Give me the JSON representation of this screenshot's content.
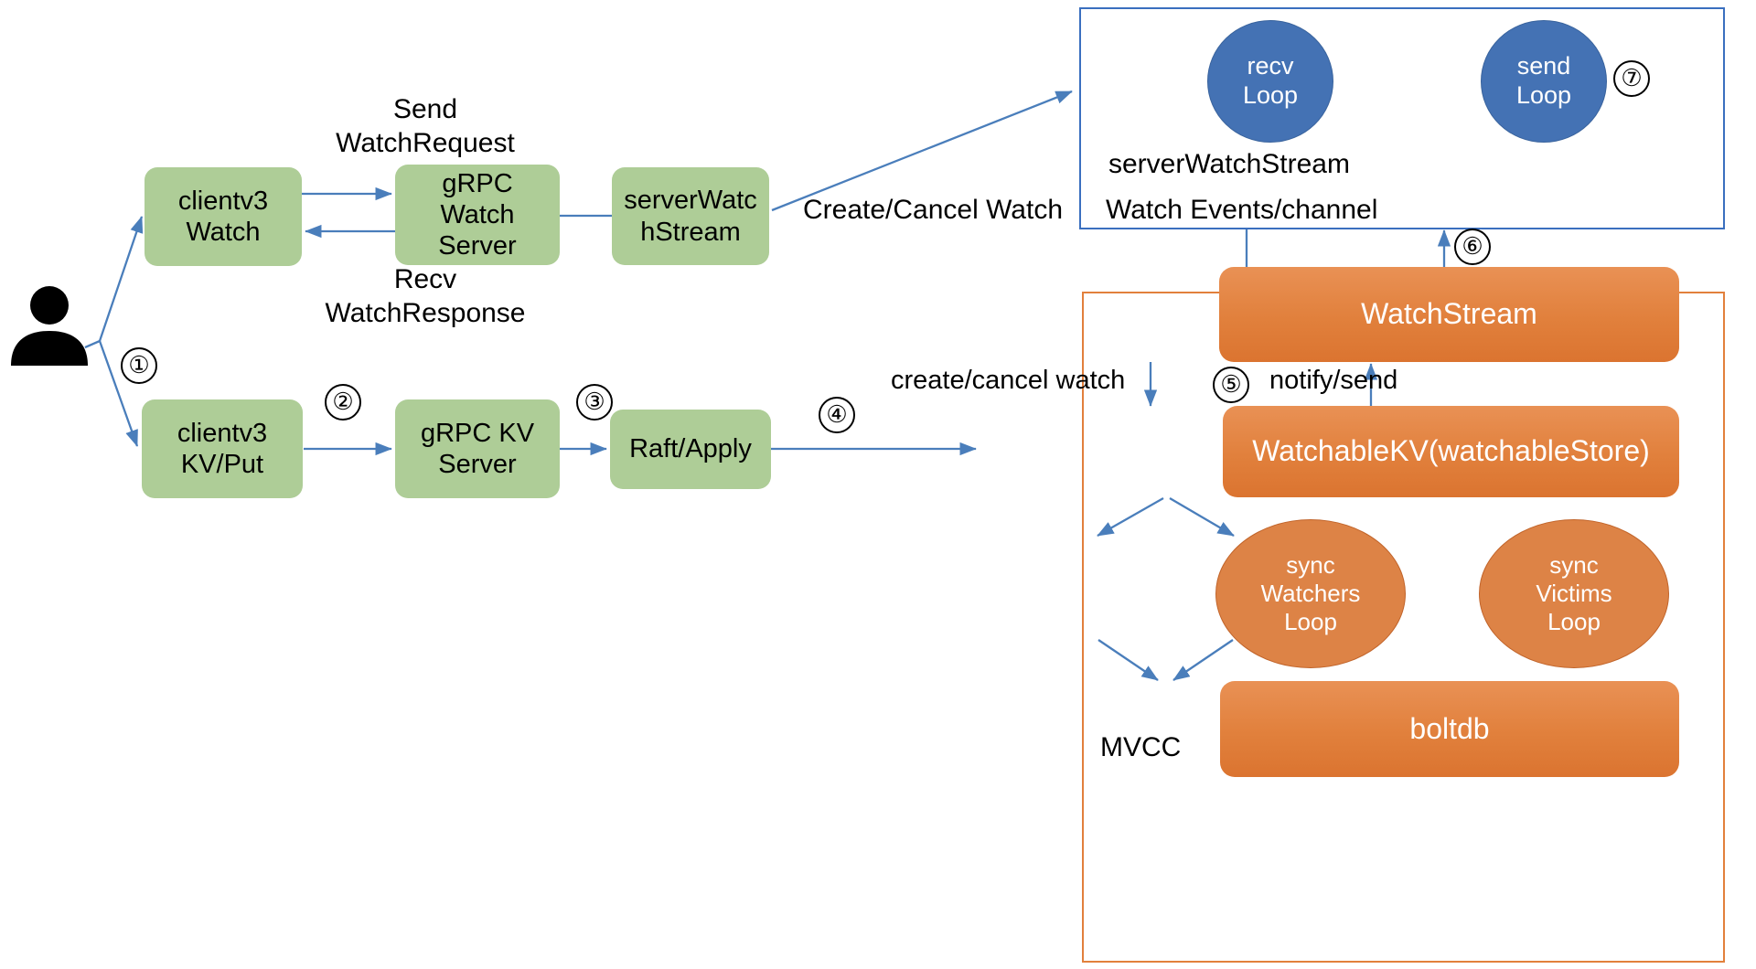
{
  "diagram": {
    "title": "etcd watch architecture",
    "colors": {
      "green_node": "#aecd97",
      "orange_node": "#e1803c",
      "blue_node": "#4472b4",
      "arrow": "#4a7ebb",
      "blue_frame": "#3a6fbf",
      "orange_frame": "#e2803c"
    }
  },
  "actor": {
    "name": "user-person-icon"
  },
  "nodes": {
    "clientv3_watch": {
      "label": "clientv3\nWatch"
    },
    "grpc_watch_server": {
      "label": "gRPC\nWatch\nServer"
    },
    "server_watch_stream_box": {
      "label": "serverWatc\nhStream"
    },
    "clientv3_kv_put": {
      "label": "clientv3\nKV/Put"
    },
    "grpc_kv_server": {
      "label": "gRPC KV\nServer"
    },
    "raft_apply": {
      "label": "Raft/Apply"
    },
    "recv_loop": {
      "label": "recv\nLoop"
    },
    "send_loop": {
      "label": "send\nLoop"
    },
    "watch_stream": {
      "label": "WatchStream"
    },
    "watchable_kv": {
      "label": "WatchableKV(watchableStore)"
    },
    "sync_watchers_loop": {
      "label": "sync\nWatchers\nLoop"
    },
    "sync_victims_loop": {
      "label": "sync\nVictims\nLoop"
    },
    "boltdb": {
      "label": "boltdb"
    }
  },
  "containers": {
    "server_watch_stream": {
      "label": "serverWatchStream"
    },
    "mvcc": {
      "label": "MVCC"
    }
  },
  "edge_labels": {
    "send_watch_request": "Send\nWatchRequest",
    "recv_watch_response": "Recv\nWatchResponse",
    "create_cancel_watch_upper": "Create/Cancel Watch",
    "watch_events_channel": "Watch Events/channel",
    "create_cancel_watch_lower": "create/cancel watch",
    "notify_send": "notify/send"
  },
  "steps": {
    "s1": "①",
    "s2": "②",
    "s3": "③",
    "s4": "④",
    "s5": "⑤",
    "s6": "⑥",
    "s7": "⑦"
  }
}
